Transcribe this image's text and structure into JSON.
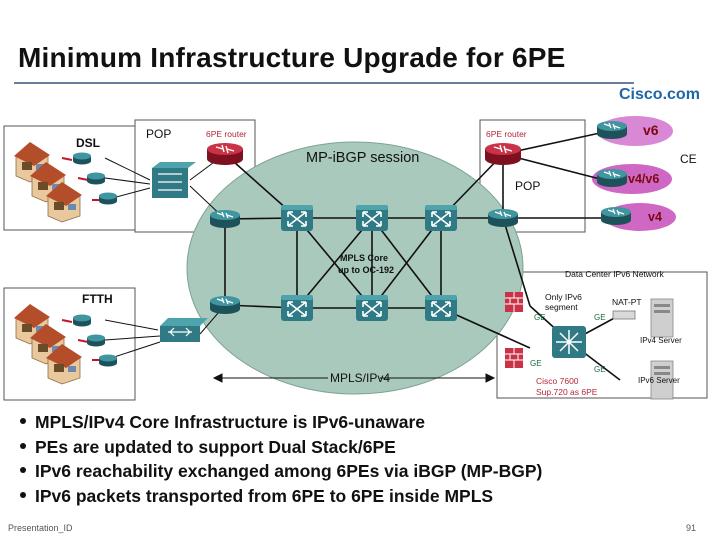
{
  "title": "Minimum Infrastructure Upgrade for 6PE",
  "brand": "Cisco.com",
  "labels": {
    "dsl": "DSL",
    "pop_left": "POP",
    "pe_router_left": "6PE router",
    "pe_router_right": "6PE router",
    "session": "MP-iBGP session",
    "pop_right": "POP",
    "v6": "v6",
    "ce": "CE",
    "v4v6": "v4/v6",
    "v4": "v4",
    "core_line1": "MPLS Core",
    "core_line2": "up to OC-192",
    "data_center": "Data Center IPv6 Network",
    "ftth": "FTTH",
    "segment_line1": "Only IPv6",
    "segment_line2": "segment",
    "nat_pt": "NAT-PT",
    "ge_1": "GE",
    "ge_2": "GE",
    "ipv4_server": "IPv4 Server",
    "ge_3": "GE",
    "ge_4": "GE",
    "mpls_ipv4": "MPLS/IPv4",
    "cisco7600_line1": "Cisco 7600",
    "cisco7600_line2": "Sup.720 as 6PE",
    "ipv6_server": "IPv6 Server"
  },
  "bullets": [
    "MPLS/IPv4 Core Infrastructure is IPv6-unaware",
    "PEs are updated to support Dual Stack/6PE",
    "IPv6 reachability exchanged among 6PEs via iBGP (MP-BGP)",
    "IPv6 packets transported from 6PE to 6PE inside MPLS"
  ],
  "footer": {
    "presentation_id": "Presentation_ID",
    "page_number": "91"
  },
  "colors": {
    "title_rule": "#6a7d9a",
    "brand": "#1e66a8",
    "core_cloud": "#a9c9bd",
    "cloud_v6": "#d988d6",
    "cloud_v4v6": "#cf68c5",
    "cloud_v4": "#cf68c5",
    "router_teal": "#2f7a85",
    "pe_router": "#b3263a",
    "datacenter_box": "#ffffff",
    "house_roof": "#b44d2a",
    "house_wall": "#e9c89d"
  }
}
